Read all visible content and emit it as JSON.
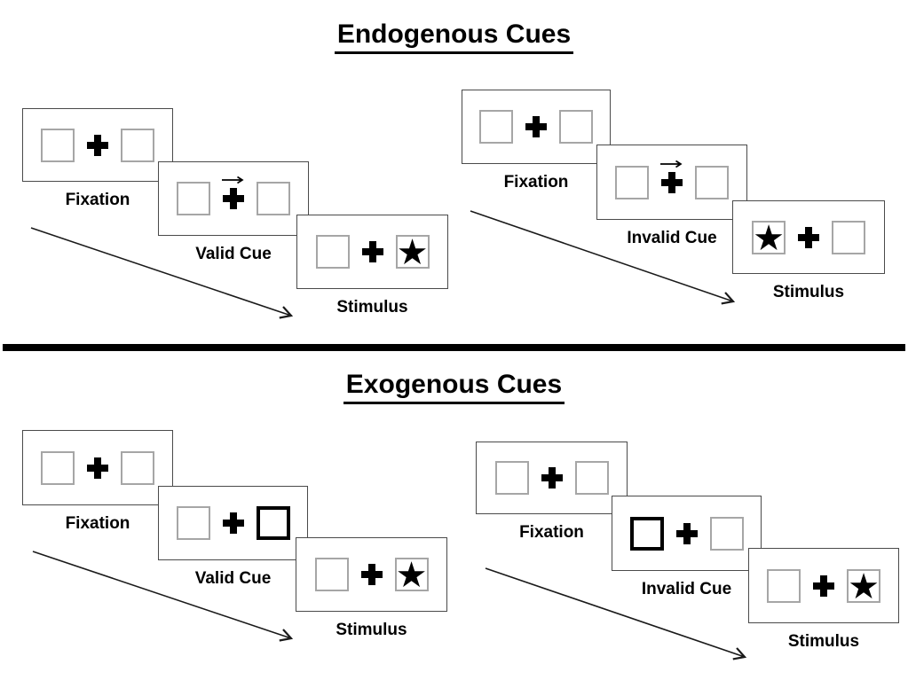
{
  "figure_type": "posner-cueing-paradigm",
  "glyphs": {
    "star": "★"
  },
  "colors": {
    "background": "#ffffff",
    "ink": "#000000",
    "panel_border": "#4a4a4a",
    "placeholder_box_border": "#a6a6a6",
    "cue_box_border": "#000000",
    "divider": "#000000"
  },
  "sections": [
    {
      "id": "endogenous",
      "title": "Endogenous Cues",
      "groups": [
        {
          "id": "endogenous-valid",
          "cue_type": "central-arrow",
          "cue_direction": "right",
          "star_side": "right",
          "panels": [
            {
              "label": "Fixation"
            },
            {
              "label": "Valid Cue"
            },
            {
              "label": "Stimulus"
            }
          ]
        },
        {
          "id": "endogenous-invalid",
          "cue_type": "central-arrow",
          "cue_direction": "right",
          "star_side": "left",
          "panels": [
            {
              "label": "Fixation"
            },
            {
              "label": "Invalid Cue"
            },
            {
              "label": "Stimulus"
            }
          ]
        }
      ]
    },
    {
      "id": "exogenous",
      "title": "Exogenous Cues",
      "groups": [
        {
          "id": "exogenous-valid",
          "cue_type": "peripheral-bold-box",
          "cued_side": "right",
          "star_side": "right",
          "panels": [
            {
              "label": "Fixation"
            },
            {
              "label": "Valid Cue"
            },
            {
              "label": "Stimulus"
            }
          ]
        },
        {
          "id": "exogenous-invalid",
          "cue_type": "peripheral-bold-box",
          "cued_side": "left",
          "star_side": "right",
          "panels": [
            {
              "label": "Fixation"
            },
            {
              "label": "Invalid Cue"
            },
            {
              "label": "Stimulus"
            }
          ]
        }
      ]
    }
  ]
}
